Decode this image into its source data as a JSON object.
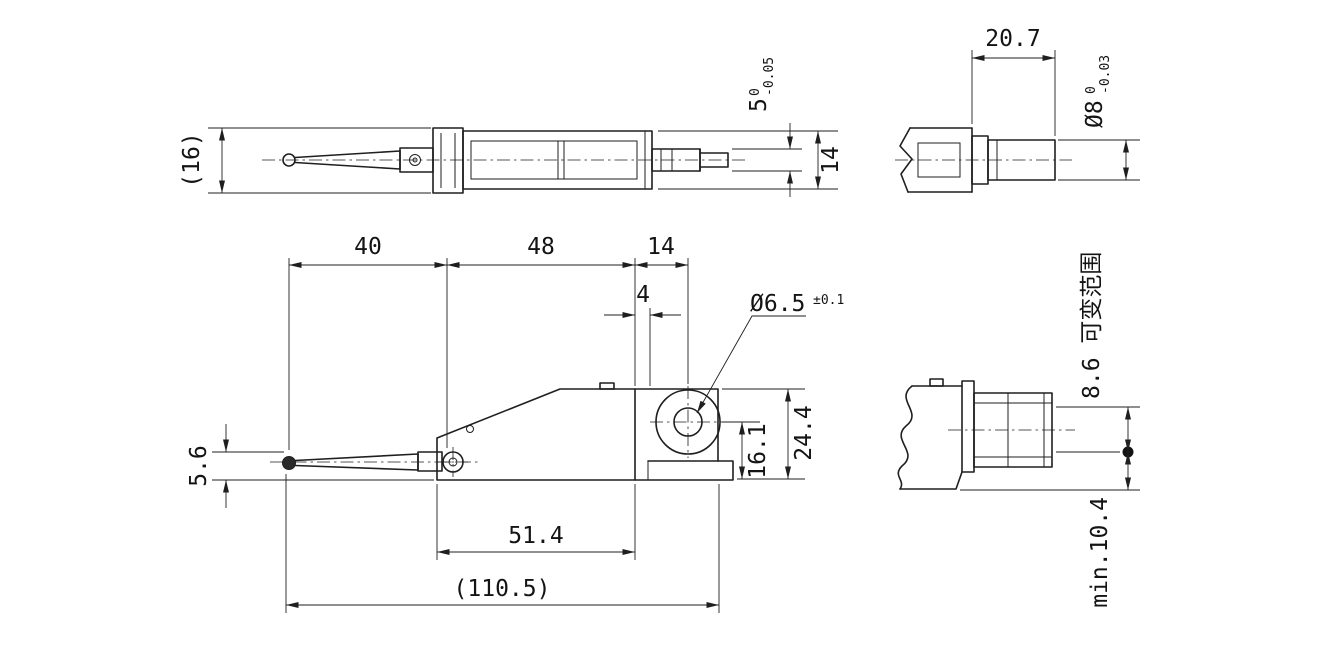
{
  "colors": {
    "line": "#1f1f1f",
    "background": "#ffffff"
  },
  "views": {
    "top": {
      "overall_height": "(16)",
      "stem_width": "5",
      "stem_width_tol_upper": "0",
      "stem_width_tol_lower": "-0.05",
      "body_height": "14"
    },
    "stem_detail": {
      "stem_length": "20.7",
      "stem_dia": "Ø8",
      "stem_dia_tol_upper": "0",
      "stem_dia_tol_lower": "-0.03"
    },
    "side": {
      "stylus_length": "40",
      "body_length": "48",
      "hole_offset": "14",
      "lug_width": "4",
      "hole_dia": "Ø6.5",
      "hole_dia_tol": "±0.1",
      "tip_height": "5.6",
      "hole_height": "16.1",
      "body_height": "24.4",
      "base_length": "51.4",
      "overall_length": "(110.5)"
    },
    "rear": {
      "travel_range": "8.6 可变范围",
      "min_clearance": "min.10.4"
    }
  }
}
